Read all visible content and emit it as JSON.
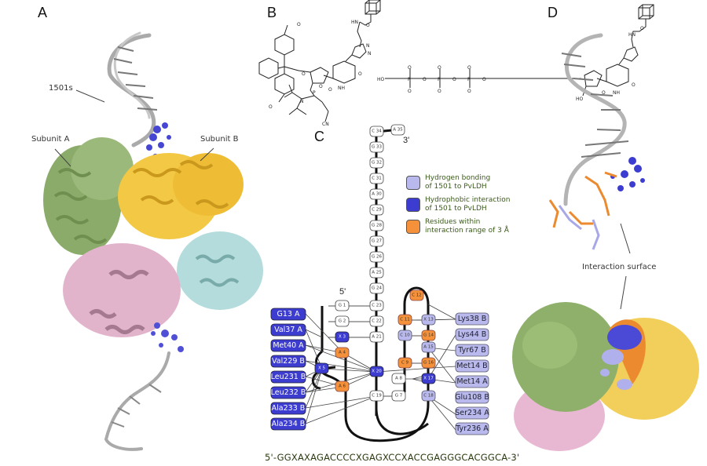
{
  "panels": {
    "A": {
      "letter": "A",
      "labels": {
        "aptamer": "1501s",
        "subunit_a": "Subunit A",
        "subunit_b": "Subunit B"
      }
    },
    "B": {
      "letter": "B",
      "molecules": [
        "modified phosphoramidite (DMT-protected, cubane-triazole uridine)",
        "modified nucleoside triphosphate (cubane-triazole dUTP)"
      ],
      "atom_labels": {
        "nh": "HN",
        "o": "O",
        "cn": "CN",
        "ho": "HO",
        "p": "P",
        "n": "N",
        "nh2": "NH"
      }
    },
    "C": {
      "letter": "C",
      "end5": "5'",
      "end3": "3'",
      "sequence": "5'-GGXAXAGACCCCXGAGXCCXACCGAGGGCACGGCA-3'",
      "legend": [
        {
          "label_line1": "Hydrogen bonding",
          "label_line2": "of 1501 to PvLDH",
          "color": "#b9b9ee"
        },
        {
          "label_line1": "Hydrophobic interaction",
          "label_line2": "of 1501 to PvLDH",
          "color": "#3c3cd0"
        },
        {
          "label_line1": "Residues within",
          "label_line2": "interaction range of 3 Å",
          "color": "#f4913a"
        }
      ],
      "stem_nodes": [
        "C 34",
        "A 35",
        "G 33",
        "G 32",
        "C 31",
        "A 30",
        "C 29",
        "G 28",
        "G 27",
        "G 26",
        "A 25",
        "G 24"
      ],
      "nucleotides": {
        "G1": "G 1",
        "G2": "G 2",
        "X3": "X 3",
        "A4": "A 4",
        "X5": "X 5",
        "A6": "A 6",
        "G7": "G 7",
        "A8": "A 8",
        "C9": "C 9",
        "C10": "C 10",
        "C11": "C 11",
        "C12": "C 12",
        "X13": "X 13",
        "G14": "G 14",
        "A15": "A 15",
        "G16": "G 16",
        "X17": "X 17",
        "C18": "C 18",
        "C19": "C 19",
        "X20": "X 20",
        "A21": "A 21",
        "C22": "C 22",
        "C23": "C 23"
      },
      "residues_left": [
        "G13 A",
        "Val37 A",
        "Met40 A",
        "Val229 B",
        "Leu231 B",
        "Leu232 B",
        "Ala233 B",
        "Ala234 B"
      ],
      "residues_right": [
        "Lys38 B",
        "Lys44 B",
        "Tyr67 B",
        "Met14 B",
        "Met14 A",
        "Glu108 B",
        "Ser234 A",
        "Tyr236 A"
      ]
    },
    "D": {
      "letter": "D",
      "labels": {
        "interaction_surface": "Interaction surface"
      }
    }
  },
  "colors": {
    "hbond": "#b9b9ee",
    "hydrophobic": "#3c3cd0",
    "range": "#f4913a",
    "subunit_a_green": "#7fa05c",
    "subunit_b_yellow": "#f0c53c",
    "pink": "#d8a8c8",
    "cyan": "#a8d4d4",
    "dna_grey": "#b0b0b0"
  }
}
